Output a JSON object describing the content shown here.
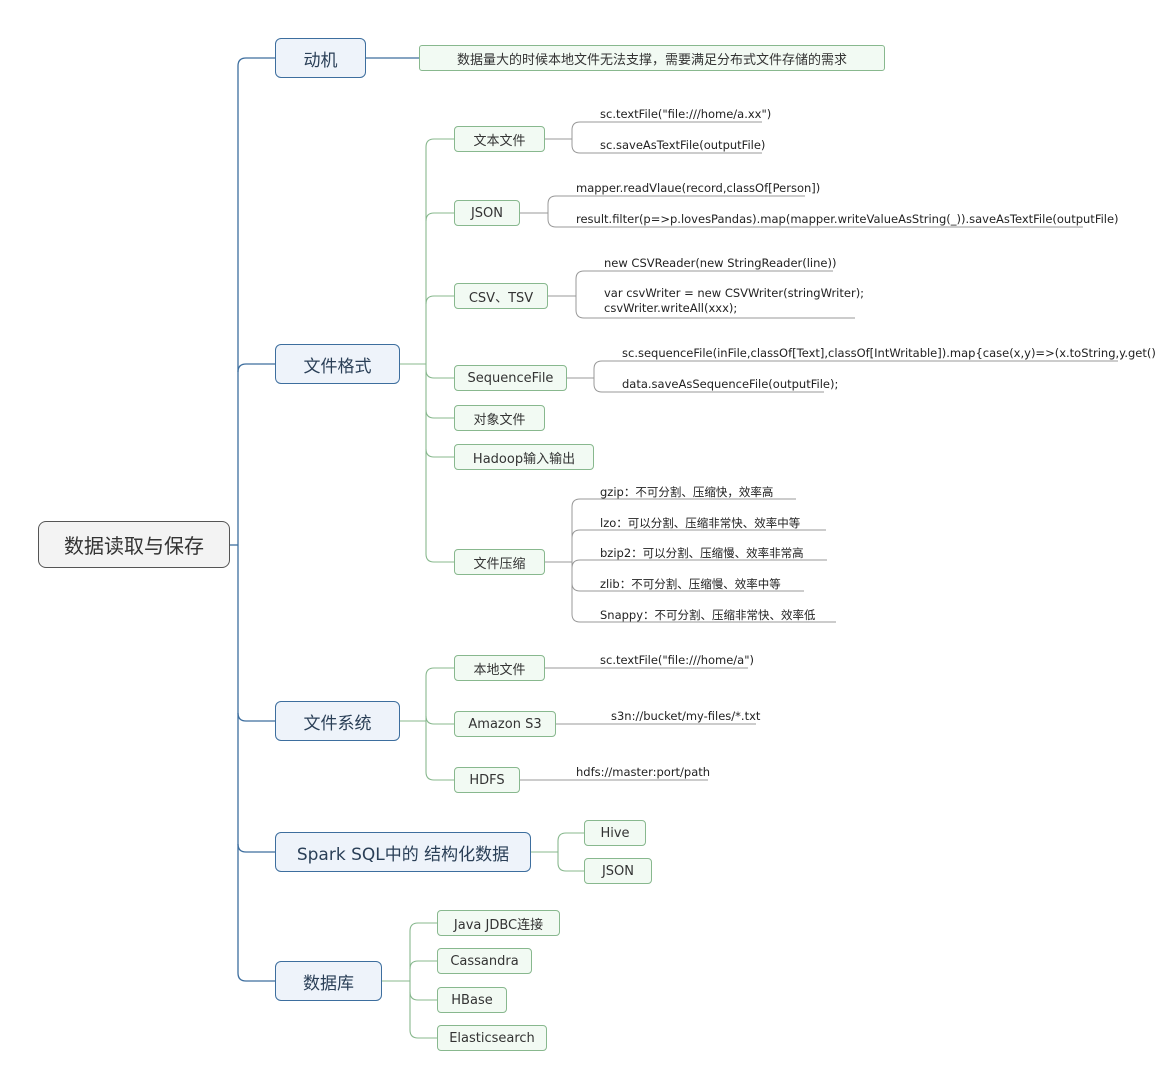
{
  "root": {
    "label": "数据读取与保存"
  },
  "motivation": {
    "label": "动机",
    "note": "数据量大的时候本地文件无法支撑，需要满足分布式文件存储的需求"
  },
  "file_formats": {
    "label": "文件格式",
    "text_file": {
      "label": "文本文件",
      "leaves": [
        "sc.textFile(\"file:///home/a.xx\")",
        "sc.saveAsTextFile(outputFile)"
      ]
    },
    "json": {
      "label": "JSON",
      "leaves": [
        "mapper.readVlaue(record,classOf[Person])",
        "result.filter(p=>p.lovesPandas).map(mapper.writeValueAsString(_)).saveAsTextFile(outputFile)"
      ]
    },
    "csv": {
      "label": "CSV、TSV",
      "leaves": [
        "new CSVReader(new StringReader(line))",
        "var csvWriter = new CSVWriter(stringWriter);",
        "csvWriter.writeAll(xxx);"
      ]
    },
    "sequence": {
      "label": "SequenceFile",
      "leaves": [
        "sc.sequenceFile(inFile,classOf[Text],classOf[IntWritable]).map{case(x,y)=>(x.toString,y.get())}",
        "data.saveAsSequenceFile(outputFile);"
      ]
    },
    "object_file": {
      "label": "对象文件"
    },
    "hadoop_io": {
      "label": "Hadoop输入输出"
    },
    "compression": {
      "label": "文件压缩",
      "leaves": [
        "gzip：不可分割、压缩快，效率高",
        "lzo：可以分割、压缩非常快、效率中等",
        "bzip2：可以分割、压缩慢、效率非常高",
        "zlib：不可分割、压缩慢、效率中等",
        "Snappy：不可分割、压缩非常快、效率低"
      ]
    }
  },
  "file_systems": {
    "label": "文件系统",
    "local": {
      "label": "本地文件",
      "leaf": "sc.textFile(\"file:///home/a\")"
    },
    "s3": {
      "label": "Amazon S3",
      "leaf": "s3n://bucket/my-files/*.txt"
    },
    "hdfs": {
      "label": "HDFS",
      "leaf": "hdfs://master:port/path"
    }
  },
  "spark_sql": {
    "label": "Spark SQL中的 结构化数据",
    "children": [
      "Hive",
      "JSON"
    ]
  },
  "databases": {
    "label": "数据库",
    "children": [
      "Java JDBC连接",
      "Cassandra",
      "HBase",
      "Elasticsearch"
    ]
  }
}
